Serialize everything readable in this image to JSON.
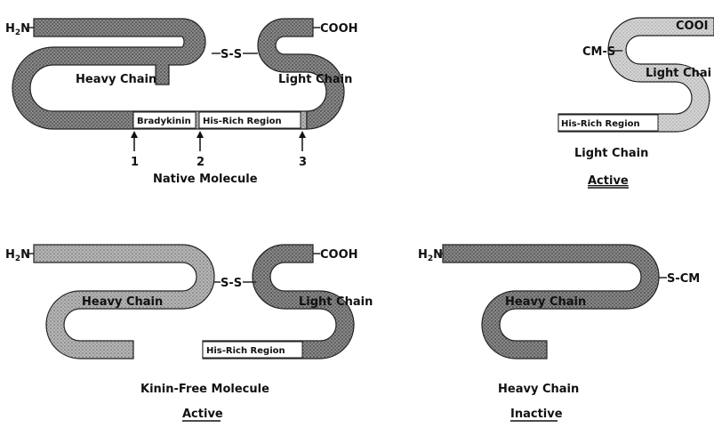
{
  "labels": {
    "h2n": "H2N",
    "h2n_sub_h": "H",
    "h2n_sub_2": "2",
    "h2n_sub_n": "N",
    "cooh": "COOH",
    "cooh_cut": "COOI",
    "ss": "S-S",
    "heavy_chain": "Heavy Chain",
    "light_chain": "Light Chain",
    "light_chain_cut": "Light Chai",
    "bradykinin": "Bradykinin",
    "his_rich": "His-Rich Region",
    "cm_s": "CM-S",
    "s_cm": "S-CM"
  },
  "arrows": [
    "1",
    "2",
    "3"
  ],
  "captions": {
    "native": "Native Molecule",
    "light_chain_title": "Light Chain",
    "light_chain_status": "Active",
    "kinin_free": "Kinin-Free Molecule",
    "kinin_free_status": "Active",
    "heavy_chain_title": "Heavy Chain",
    "heavy_chain_status": "Inactive"
  }
}
